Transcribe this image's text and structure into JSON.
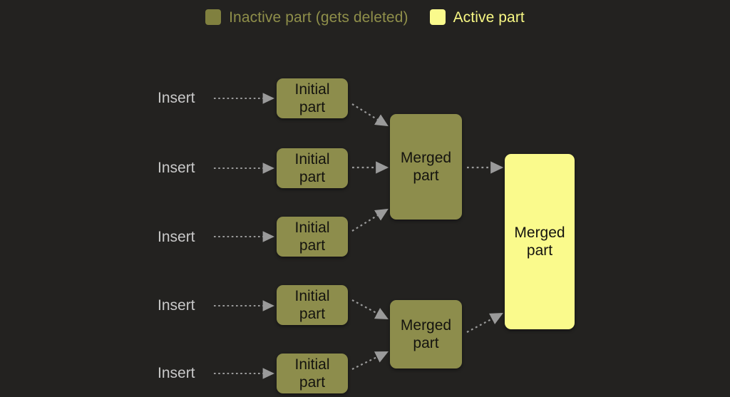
{
  "background_color": "#232220",
  "legend": {
    "entries": [
      {
        "label": "Inactive part (gets deleted)",
        "color": "#80803f",
        "state": "inactive"
      },
      {
        "label": "Active part",
        "color": "#fafa8c",
        "state": "active"
      }
    ]
  },
  "inserts": [
    {
      "label": "Insert"
    },
    {
      "label": "Insert"
    },
    {
      "label": "Insert"
    },
    {
      "label": "Insert"
    },
    {
      "label": "Insert"
    }
  ],
  "initial_parts": [
    {
      "line1": "Initial",
      "line2": "part",
      "state": "inactive"
    },
    {
      "line1": "Initial",
      "line2": "part",
      "state": "inactive"
    },
    {
      "line1": "Initial",
      "line2": "part",
      "state": "inactive"
    },
    {
      "line1": "Initial",
      "line2": "part",
      "state": "inactive"
    },
    {
      "line1": "Initial",
      "line2": "part",
      "state": "inactive"
    }
  ],
  "merged_parts": [
    {
      "line1": "Merged",
      "line2": "part",
      "state": "inactive"
    },
    {
      "line1": "Merged",
      "line2": "part",
      "state": "inactive"
    }
  ],
  "final_part": {
    "line1": "Merged",
    "line2": "part",
    "state": "active"
  },
  "arrow": {
    "style": "dotted",
    "color": "#9a9a9a",
    "head": "solid-triangle"
  }
}
